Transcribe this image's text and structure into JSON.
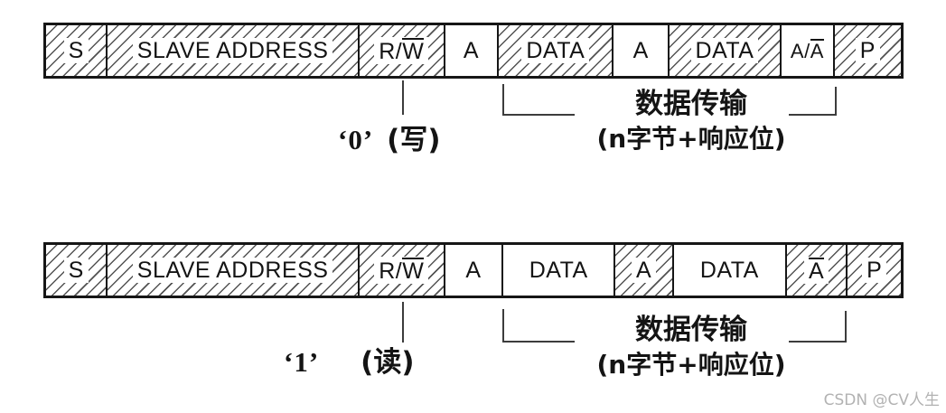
{
  "page": {
    "watermark": "CSDN @CV人生"
  },
  "colors": {
    "background": "#ffffff",
    "line": "#161616",
    "hatch": "#2d2d2d",
    "annotation_line": "#3c3c3c",
    "text": "#141414",
    "watermark": "#b2b2b2"
  },
  "legend": {
    "hatched_meaning": "master-to-slave",
    "plain_meaning": "slave-to-master"
  },
  "frames": [
    {
      "name": "write-frame",
      "cells": [
        {
          "label": "S",
          "hatched": true
        },
        {
          "label": "SLAVE ADDRESS",
          "hatched": true
        },
        {
          "label_pre": "R/",
          "label_over": "W",
          "hatched": true
        },
        {
          "label": "A",
          "hatched": false
        },
        {
          "label": "DATA",
          "hatched": true
        },
        {
          "label": "A",
          "hatched": false
        },
        {
          "label": "DATA",
          "hatched": true
        },
        {
          "label_pre": "A/",
          "label_over": "A",
          "hatched": false
        },
        {
          "label": "P",
          "hatched": true
        }
      ],
      "rw_value": "‘0’",
      "rw_mode": "(写)",
      "transfer_label": "数据传输",
      "transfer_note": "(n字节+响应位)"
    },
    {
      "name": "read-frame",
      "cells": [
        {
          "label": "S",
          "hatched": true
        },
        {
          "label": "SLAVE ADDRESS",
          "hatched": true
        },
        {
          "label_pre": "R/",
          "label_over": "W",
          "hatched": true
        },
        {
          "label": "A",
          "hatched": false
        },
        {
          "label": "DATA",
          "hatched": false
        },
        {
          "label": "A",
          "hatched": true
        },
        {
          "label": "DATA",
          "hatched": false
        },
        {
          "label_over": "A",
          "hatched": true
        },
        {
          "label": "P",
          "hatched": true
        }
      ],
      "rw_value": "‘1’",
      "rw_mode": "(读)",
      "transfer_label": "数据传输",
      "transfer_note": "(n字节+响应位)"
    }
  ]
}
